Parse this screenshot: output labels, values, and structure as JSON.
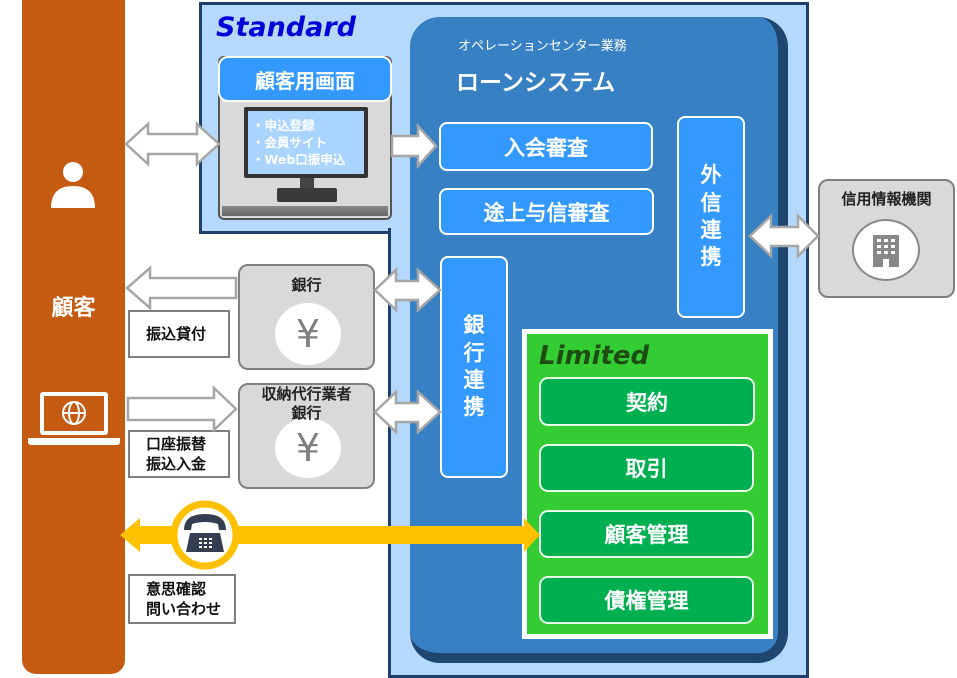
{
  "customer": {
    "label": "顧客",
    "icons": [
      "person-icon",
      "laptop-globe-icon"
    ]
  },
  "standard": {
    "title": "Standard",
    "customer_screen": {
      "title": "顧客用画面",
      "items": [
        "・申込登録",
        "・会員サイト",
        "・Web口振申込"
      ]
    }
  },
  "loan_system": {
    "subtitle": "オペレーションセンター業務",
    "title": "ローンシステム",
    "modules": {
      "admission_review": "入会審査",
      "interim_credit_review": "途上与信審査",
      "external_credit_link": [
        "外",
        "信",
        "連",
        "携"
      ],
      "bank_link": [
        "銀",
        "行",
        "連",
        "携"
      ]
    }
  },
  "limited": {
    "title": "Limited",
    "modules": [
      "契約",
      "取引",
      "顧客管理",
      "債権管理"
    ]
  },
  "external": {
    "bank": {
      "label": "銀行",
      "icon": "yen-icon"
    },
    "collection_agent": {
      "label_lines": [
        "収納代行業者",
        "銀行"
      ],
      "icon": "yen-icon"
    },
    "credit_bureau": {
      "label": "信用情報機関",
      "icon": "building-icon"
    }
  },
  "flow_labels": {
    "transfer_loan": "振込貸付",
    "payment_lines": [
      "口座振替",
      "振込入金"
    ],
    "phone_lines": [
      "意思確認",
      "問い合わせ"
    ]
  },
  "colors": {
    "customer": "#c55a11",
    "standard_bg": "#b4d9fc",
    "loan_bg": "#3880c4",
    "module_blue": "#3399ff",
    "limited_bg": "#33cc33",
    "module_green": "#00b050",
    "phone_line": "#ffc000"
  }
}
